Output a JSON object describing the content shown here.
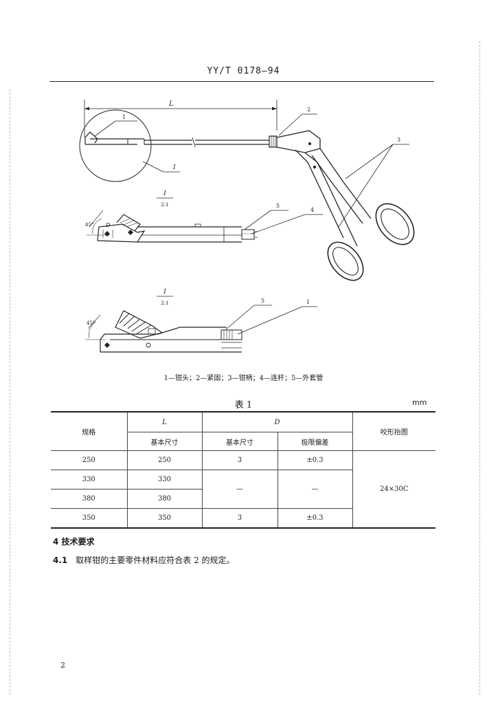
{
  "header": {
    "code": "YY/T 0178—94"
  },
  "figure": {
    "dim_L": "L",
    "callouts": [
      "1",
      "2",
      "3",
      "I"
    ],
    "detail_view_1": {
      "label": "I",
      "scale": "2:1",
      "angle": "45°",
      "dim_D": "D",
      "callouts": [
        "5",
        "4"
      ]
    },
    "detail_view_2": {
      "label": "I",
      "scale": "2:1",
      "angle": "45°",
      "callouts": [
        "5",
        "1"
      ]
    },
    "caption": "1—钳头；2—紧固；3—钳柄；4—连杆；5—外套管"
  },
  "table": {
    "title": "表 1",
    "unit": "mm",
    "headers": {
      "spec": "规格",
      "L": "L",
      "D": "D",
      "basic_size": "基本尺寸",
      "limit_dev": "极限偏差",
      "pattern": "咬形抬图"
    },
    "rows": [
      {
        "spec": "250",
        "L_basic": "250",
        "D_basic": "3",
        "D_dev": "±0.3"
      },
      {
        "spec": "330",
        "L_basic": "330"
      },
      {
        "spec": "380",
        "L_basic": "380"
      },
      {
        "spec": "350",
        "L_basic": "350",
        "D_basic": "3",
        "D_dev": "±0.3"
      }
    ],
    "merged_D_basic": "—",
    "merged_D_dev": "—",
    "pattern_value": "24×30C"
  },
  "section": {
    "title": "4  技术要求",
    "item_num": "4.1",
    "item_text": "取样钳的主要零件材料应符合表 2 的规定。"
  },
  "page_number": "2"
}
